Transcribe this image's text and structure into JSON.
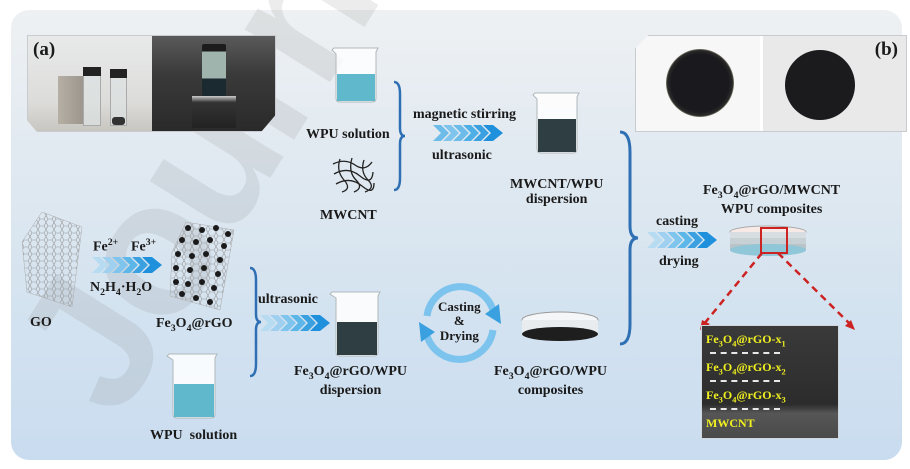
{
  "panel_labels": {
    "a": "(a)",
    "b": "(b)"
  },
  "top_branch": {
    "wpu_solution": "WPU solution",
    "mwcnt": "MWCNT",
    "arrow_top_label": "magnetic stirring",
    "arrow_bottom_label": "ultrasonic",
    "product_line1": "MWCNT/WPU",
    "product_line2": "dispersion"
  },
  "bottom_branch": {
    "go": "GO",
    "reagent_fe2": "Fe",
    "reagent_fe2_sup": "2+",
    "reagent_fe3": "Fe",
    "reagent_fe3_sup": "3+",
    "reductant": "N2H4·H2O",
    "fe3o4_rgo": "Fe3O4@rGO",
    "wpu_solution": "WPU  solution",
    "arrow_label": "ultrasonic",
    "dispersion_line1": "Fe3O4@rGO/WPU",
    "dispersion_line2": "dispersion",
    "cycle_line1": "Casting",
    "cycle_line2": "&",
    "cycle_line3": "Drying",
    "composites_line1": "Fe3O4@rGO/WPU",
    "composites_line2": "composites"
  },
  "final": {
    "arrow_top_label": "casting",
    "arrow_bottom_label": "drying",
    "title_line1": "Fe3O4@rGO/MWCNT",
    "title_line2": "WPU composites"
  },
  "sem_layers": [
    "Fe3O4@rGO-x1",
    "Fe3O4@rGO-x2",
    "Fe3O4@rGO-x3",
    "MWCNT"
  ],
  "colors": {
    "arrow": "#3aa0e0",
    "brace": "#2f6fb3",
    "zoom_box": "#cc2222",
    "sem_text": "#f0f020"
  }
}
